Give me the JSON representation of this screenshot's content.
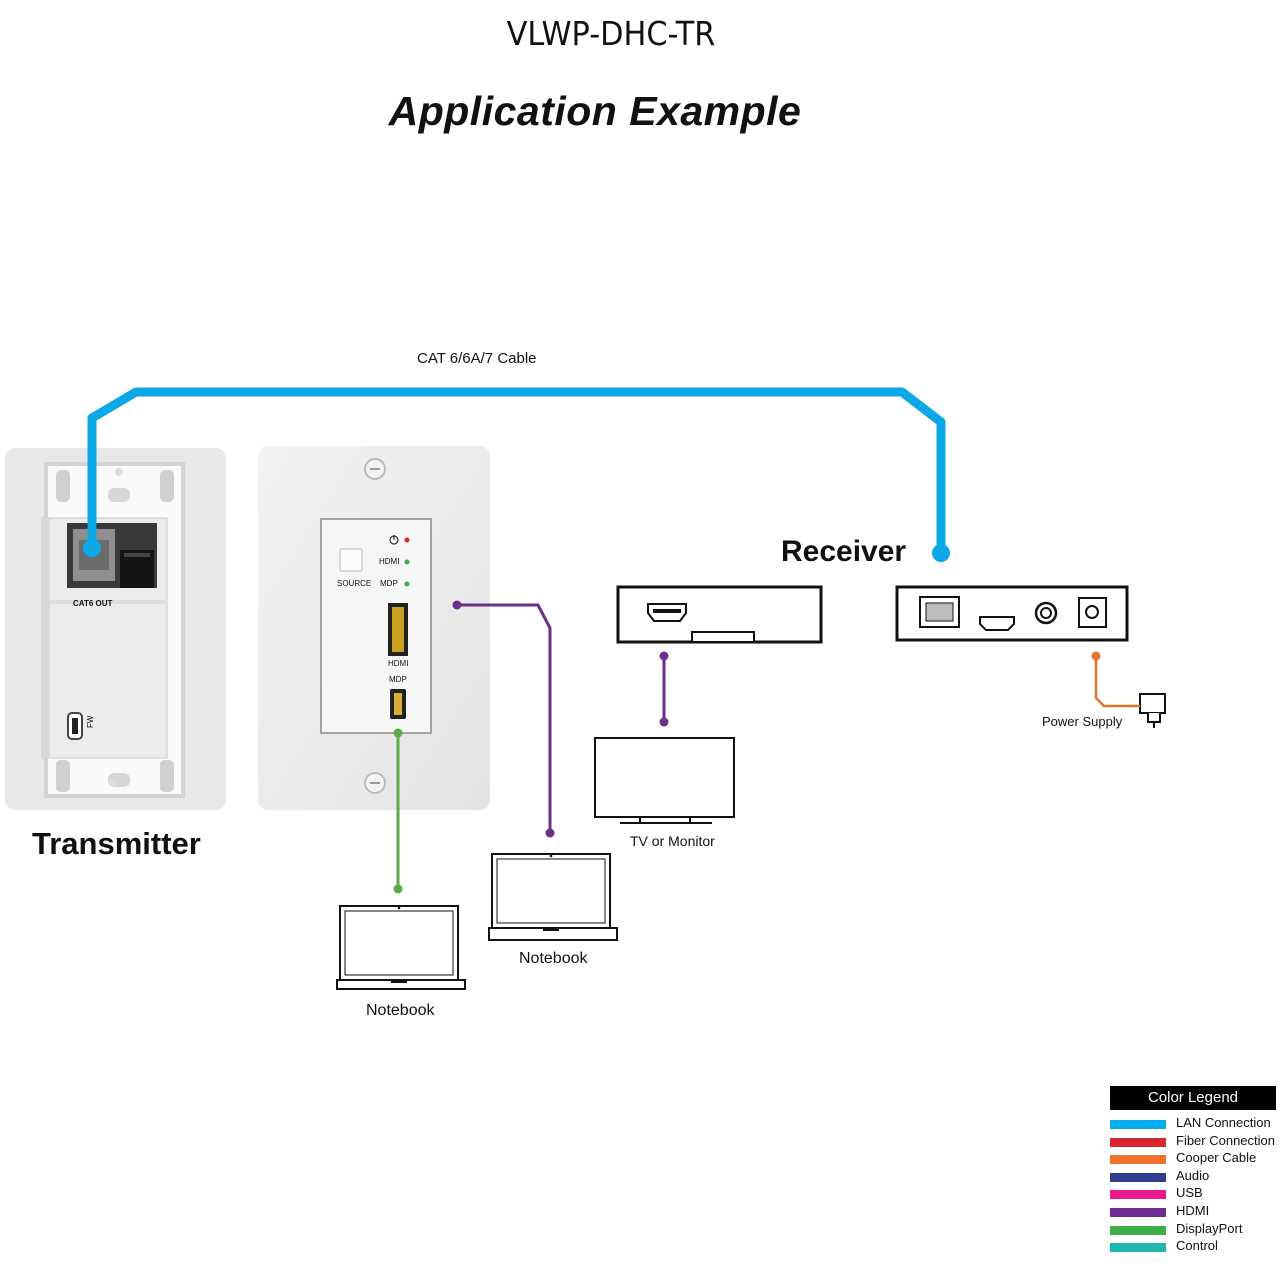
{
  "model": "VLWP-DHC-TR",
  "heading": "Application Example",
  "cable_label": "CAT 6/6A/7 Cable",
  "receiver_title": "Receiver",
  "transmitter_title": "Transmitter",
  "tx_back": {
    "port_label": "CAT6 OUT",
    "fw_label": "FW"
  },
  "tx_front": {
    "source_label": "SOURCE",
    "hdmi_led_label": "HDMI",
    "mdp_led_label": "MDP",
    "hdmi_port_label": "HDMI",
    "mdp_port_label": "MDP"
  },
  "devices": {
    "tv_label": "TV or Monitor",
    "notebook1_label": "Notebook",
    "notebook2_label": "Notebook",
    "power_label": "Power Supply"
  },
  "colors": {
    "lan": "#0aa8e6",
    "hdmi": "#6a2e8c",
    "displayport": "#5aab47",
    "copper": "#e0732e"
  },
  "legend": {
    "title": "Color Legend",
    "items": [
      {
        "label": "LAN Connection",
        "color": "#00aeef"
      },
      {
        "label": "Fiber Connection",
        "color": "#d7262d"
      },
      {
        "label": "Cooper Cable",
        "color": "#f0712b"
      },
      {
        "label": "Audio",
        "color": "#2e3d8f"
      },
      {
        "label": "USB",
        "color": "#ea1a8e"
      },
      {
        "label": "HDMI",
        "color": "#6f2c91"
      },
      {
        "label": "DisplayPort",
        "color": "#3fae49"
      },
      {
        "label": "Control",
        "color": "#1fb8b0"
      }
    ]
  }
}
